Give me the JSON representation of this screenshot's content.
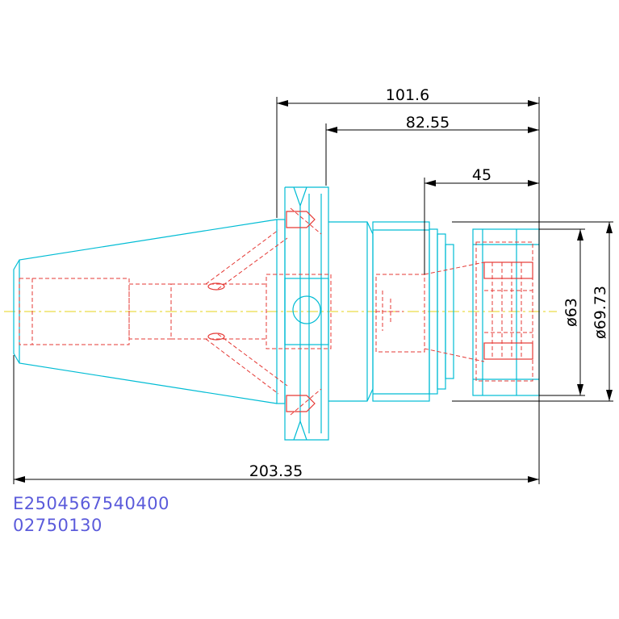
{
  "dimensions": {
    "overall_length": "203.35",
    "flange_to_nose": "101.6",
    "gauge_to_nose": "82.55",
    "bore_depth": "45",
    "inner_diameter": "ø63",
    "outer_diameter": "ø69.73"
  },
  "part_codes": {
    "line1": "E2504567540400",
    "line2": "02750130"
  },
  "colors": {
    "outline": "#00bcd4",
    "hidden_lines": "#e53935",
    "centerline": "#e6d31a",
    "dimensions": "#000000",
    "code_text": "#5b5bdb"
  }
}
